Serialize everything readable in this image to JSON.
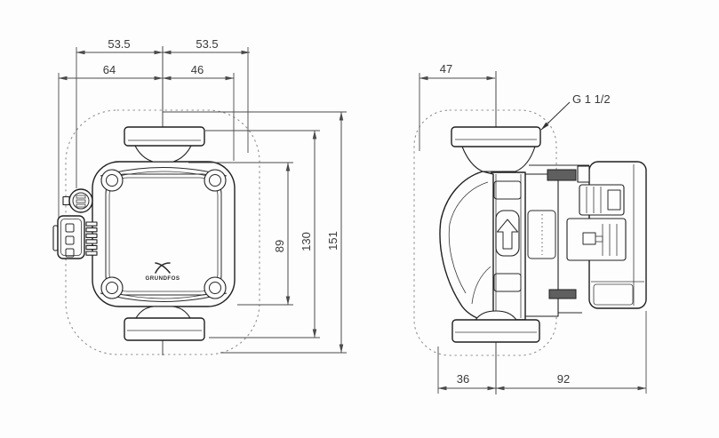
{
  "dimensions": {
    "front_top_left": "53.5",
    "front_top_right": "53.5",
    "front_upper_left": "64",
    "front_upper_right": "46",
    "front_body_height": "89",
    "front_height_to_flange": "130",
    "front_total_height": "151",
    "side_top_depth": "47",
    "side_bottom_front": "36",
    "side_bottom_rear": "92",
    "thread": "G 1 1/2"
  },
  "branding": {
    "logo_text": "GRUNDFOS"
  },
  "colors": {
    "background": "#fdfdfd",
    "drawing_line": "#1f1f1f",
    "dimension_line": "#4a4a4a",
    "dashed_envelope": "#909090"
  }
}
